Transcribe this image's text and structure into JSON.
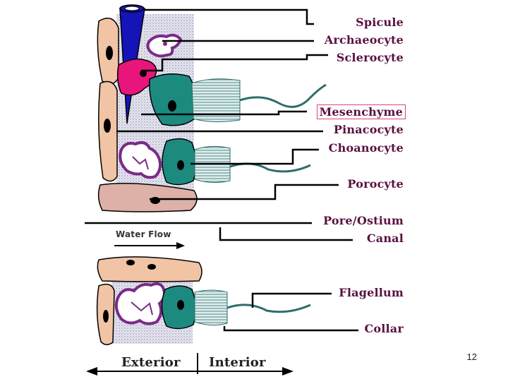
{
  "labels": {
    "spicule": "Spicule",
    "archaeocyte": "Archaeocyte",
    "sclerocyte": "Sclerocyte",
    "mesenchyme": "Mesenchyme",
    "pinacocyte": "Pinacocyte",
    "choanocyte": "Choanocyte",
    "porocyte": "Porocyte",
    "pore_ostium": "Pore/Ostium",
    "canal": "Canal",
    "water_flow": "Water Flow",
    "flagellum": "Flagellum",
    "collar": "Collar",
    "exterior": "Exterior",
    "interior": "Interior"
  },
  "page_number": "12",
  "colors": {
    "pinacocyte": "#f0c4a4",
    "porocyte": "#ddb0a8",
    "choanocyte": "#1d8a80",
    "collar": "#cfe3e0",
    "archaeocyte_outline": "#7a2a88",
    "sclerocyte": "#e8157c",
    "spicule": "#1414b8",
    "mesohyl": "#d4d4e6",
    "highlight_box": "#e0407a",
    "label_text": "#5a1040"
  }
}
